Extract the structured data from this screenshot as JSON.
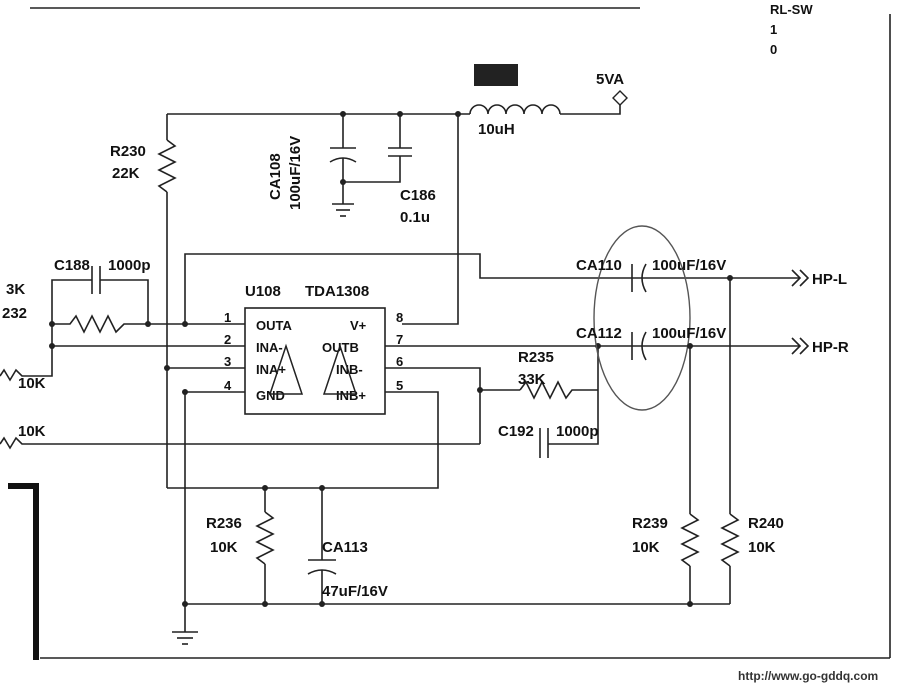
{
  "labels": {
    "corner_top": "RL-SW",
    "corner_row1": "1",
    "corner_row2": "0",
    "r230_ref": "R230",
    "r230_val": "22K",
    "ca108_ref": "CA108",
    "ca108_val": "100uF/16V",
    "c186_ref": "C186",
    "c186_val": "0.1u",
    "inductor_val": "10uH",
    "supply": "5VA",
    "c188_ref": "C188",
    "c188_val": "1000p",
    "u108_ref": "U108",
    "u108_part": "TDA1308",
    "left_r_top": "3K",
    "left_r_top2": "232",
    "left_10k_a": "10K",
    "left_10k_b": "10K",
    "pin_outa": "OUTA",
    "pin_ina_m": "INA-",
    "pin_ina_p": "INA+",
    "pin_gnd": "GND",
    "pin_vplus": "V+",
    "pin_outb": "OUTB",
    "pin_inb_m": "INB-",
    "pin_inb_p": "INB+",
    "pin1": "1",
    "pin2": "2",
    "pin3": "3",
    "pin4": "4",
    "pin5": "5",
    "pin6": "6",
    "pin7": "7",
    "pin8": "8",
    "ca110_ref": "CA110",
    "ca110_val": "100uF/16V",
    "ca112_ref": "CA112",
    "ca112_val": "100uF/16V",
    "hp_l": "HP-L",
    "hp_r": "HP-R",
    "r235_ref": "R235",
    "r235_val": "33K",
    "c192_ref": "C192",
    "c192_val": "1000p",
    "r236_ref": "R236",
    "r236_val": "10K",
    "ca113_ref": "CA113",
    "ca113_val": "47uF/16V",
    "r239_ref": "R239",
    "r239_val": "10K",
    "r240_ref": "R240",
    "r240_val": "10K",
    "watermark": "http://www.go-gddq.com"
  }
}
